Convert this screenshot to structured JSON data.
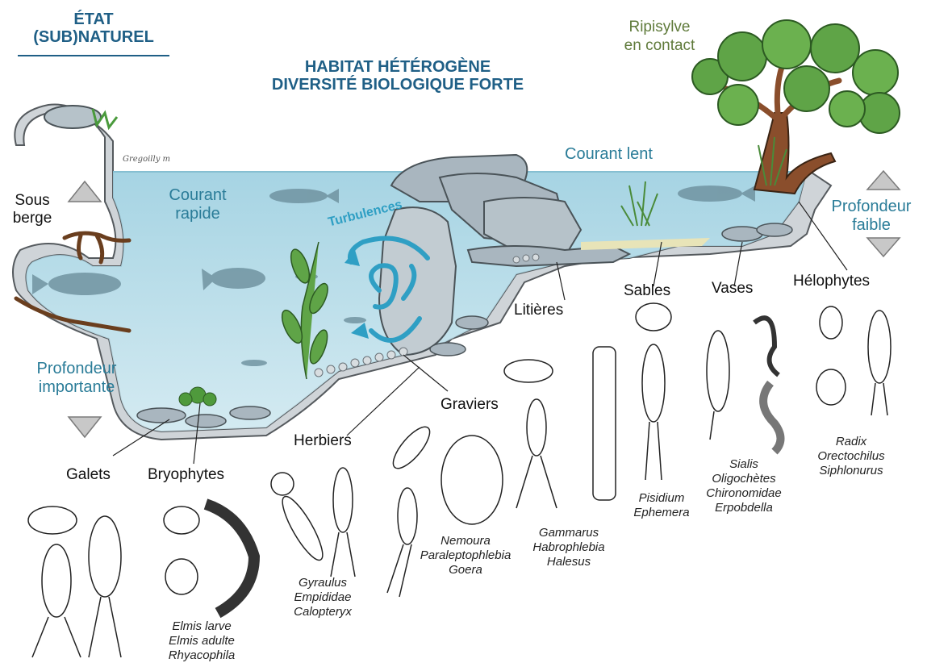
{
  "header": {
    "state_line1": "ÉTAT",
    "state_line2": "(SUB)NATUREL",
    "habitat_line1": "HABITAT HÉTÉROGÈNE",
    "habitat_line2": "DIVERSITÉ BIOLOGIQUE FORTE"
  },
  "labels": {
    "ripisylve_line1": "Ripisylve",
    "ripisylve_line2": "en contact",
    "courant_lent": "Courant lent",
    "courant_rapide_line1": "Courant",
    "courant_rapide_line2": "rapide",
    "turbulences": "Turbulences",
    "sous_berge_line1": "Sous",
    "sous_berge_line2": "berge",
    "prof_faible_line1": "Profondeur",
    "prof_faible_line2": "faible",
    "prof_importante_line1": "Profondeur",
    "prof_importante_line2": "importante",
    "signature": "Gregoilly m"
  },
  "habitats": {
    "galets": "Galets",
    "bryophytes": "Bryophytes",
    "herbiers": "Herbiers",
    "graviers": "Graviers",
    "litieres": "Litières",
    "sables": "Sables",
    "vases": "Vases",
    "helophytes": "Hélophytes"
  },
  "species": {
    "bryophytes": [
      "Elmis larve",
      "Elmis adulte",
      "Rhyacophila"
    ],
    "herbiers": [
      "Gyraulus",
      "Empididae",
      "Calopteryx"
    ],
    "graviers": [
      "Nemoura",
      "Paraleptophlebia",
      "Goera"
    ],
    "litieres": [
      "Gammarus",
      "Habrophlebia",
      "Halesus"
    ],
    "sables": [
      "Pisidium",
      "Ephemera"
    ],
    "vases": [
      "Sialis",
      "Oligochètes",
      "Chironomidae",
      "Erpobdella"
    ],
    "helophytes": [
      "Radix",
      "Orectochilus",
      "Siphlonurus"
    ]
  },
  "colors": {
    "header_blue": "#1f5f86",
    "water_teal": "#2a7c98",
    "water_fill": "#a9d3e1",
    "ripisylve_olive": "#5f7a3a",
    "tree_green": "#5fa447",
    "bank_grey": "#cfd4d8"
  }
}
